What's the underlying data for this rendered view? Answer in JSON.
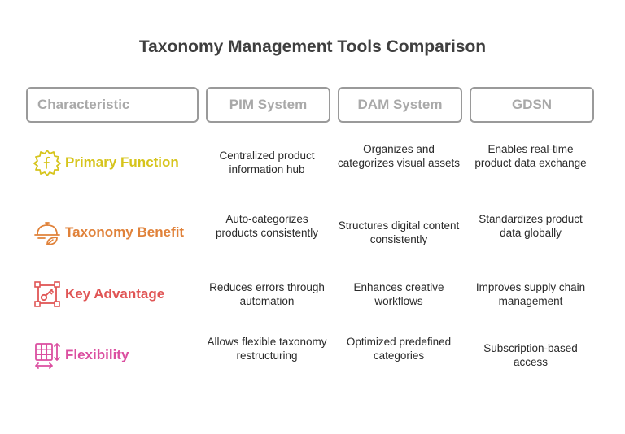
{
  "title": "Taxonomy Management Tools Comparison",
  "headers": [
    "Characteristic",
    "PIM System",
    "DAM System",
    "GDSN"
  ],
  "rows": [
    {
      "label": "Primary Function",
      "color": "#d6c41c",
      "icon": "gear-f-icon",
      "cells": [
        "Centralized product information hub",
        "Organizes and categorizes visual assets",
        "Enables real-time product data exchange"
      ]
    },
    {
      "label": "Taxonomy Benefit",
      "color": "#e0823a",
      "icon": "cloche-leaf-icon",
      "cells": [
        "Auto-categorizes products consistently",
        "Structures digital content consistently",
        "Standardizes product data globally"
      ]
    },
    {
      "label": "Key Advantage",
      "color": "#e05555",
      "icon": "key-frame-icon",
      "cells": [
        "Reduces errors through automation",
        "Enhances creative workflows",
        "Improves supply chain management"
      ]
    },
    {
      "label": "Flexibility",
      "color": "#db4fa0",
      "icon": "table-arrows-icon",
      "cells": [
        "Allows flexible taxonomy restructuring",
        "Optimized predefined categories",
        "Subscription-based access"
      ]
    }
  ]
}
